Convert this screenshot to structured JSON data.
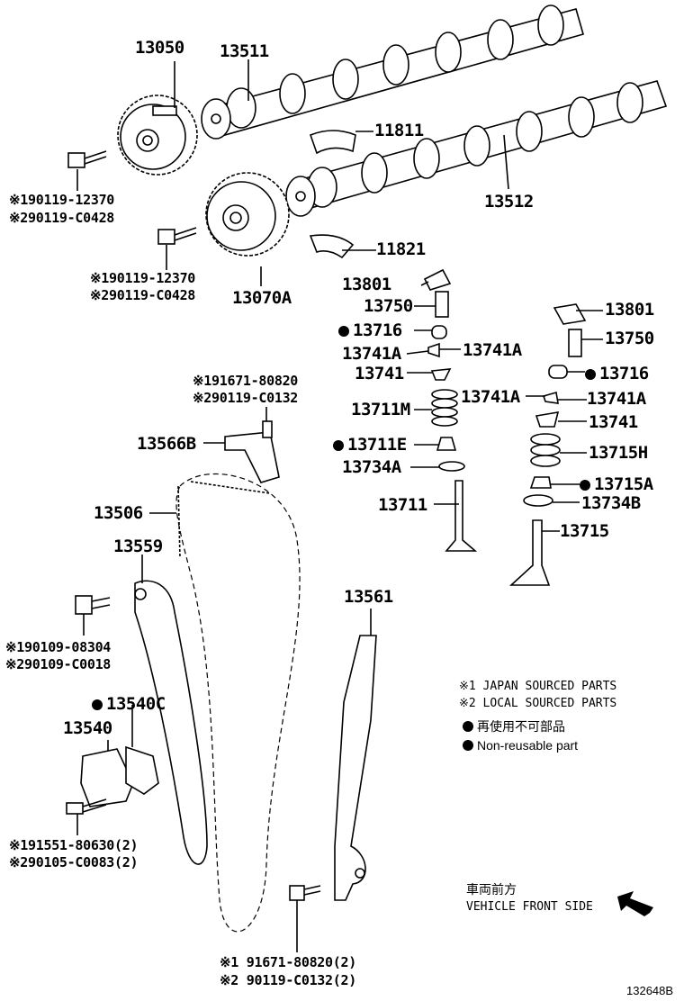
{
  "callouts": {
    "p13050": "13050",
    "p13511": "13511",
    "p11811": "11811",
    "p13512": "13512",
    "p11821": "11821",
    "p13070a": "13070A",
    "bolt1_a": "※190119-12370",
    "bolt1_b": "※290119-C0428",
    "bolt2_a": "※190119-12370",
    "bolt2_b": "※290119-C0428",
    "p13801_l": "13801",
    "p13750_l": "13750",
    "p13716_l": "13716",
    "p13741a_l1": "13741A",
    "p13741a_l2": "13741A",
    "p13741_l": "13741",
    "p13711m": "13711M",
    "p13711e": "13711E",
    "p13734a": "13734A",
    "p13711": "13711",
    "p13801_r": "13801",
    "p13750_r": "13750",
    "p13716_r": "13716",
    "p13741a_r1": "13741A",
    "p13741a_r2": "13741A",
    "p13741_r": "13741",
    "p13715h": "13715H",
    "p13715a": "13715A",
    "p13734b": "13734B",
    "p13715": "13715",
    "bolt3_a": "※191671-80820",
    "bolt3_b": "※290119-C0132",
    "p13566b": "13566B",
    "p13506": "13506",
    "p13559": "13559",
    "bolt4_a": "※190109-08304",
    "bolt4_b": "※290109-C0018",
    "p13540c": "13540C",
    "p13540": "13540",
    "bolt5_a": "※191551-80630(2)",
    "bolt5_b": "※290105-C0083(2)",
    "p13561": "13561",
    "bolt6_a": "※1 91671-80820(2)",
    "bolt6_b": "※2 90119-C0132(2)"
  },
  "legend": {
    "note1": "※1 JAPAN SOURCED PARTS",
    "note2": "※2 LOCAL SOURCED PARTS",
    "nonreuse_jp": "再使用不可部品",
    "nonreuse_en": "Non-reusable part"
  },
  "direction": {
    "jp": "車両前方",
    "en": "VEHICLE FRONT SIDE"
  },
  "figure_id": "132648B"
}
